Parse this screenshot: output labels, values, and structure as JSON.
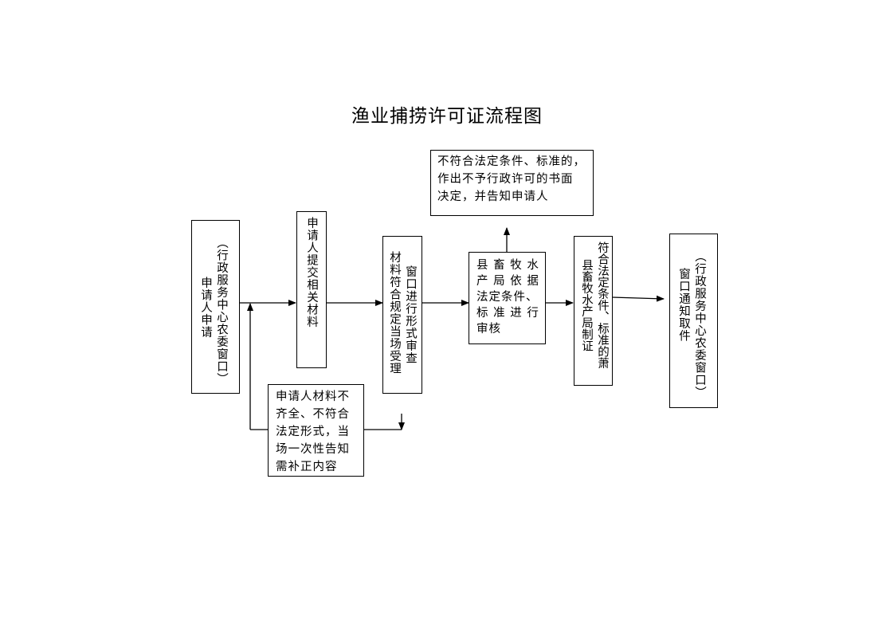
{
  "title": "渔业捕捞许可证流程图",
  "nodes": {
    "apply": {
      "line1": "（行政服务中心农委窗口）",
      "line2": "申请人申请"
    },
    "submit": {
      "text": "申请人提交相关材料"
    },
    "accept": {
      "line1": "窗口进行形式审查",
      "line2": "材料符合规定当场受理"
    },
    "review": {
      "line1": "县 畜 牧 水",
      "line2": "产 局 依 据",
      "line3": "法定条件、",
      "line4": "标 准 进 行",
      "line5": "审核"
    },
    "issue": {
      "line1": "符合法定条件、标准的萧",
      "line2": "县畜牧水产局制证"
    },
    "pickup": {
      "line1": "（行政服务中心农委窗口）",
      "line2": "窗口通知取件"
    },
    "reject": {
      "line1": "不符合法定条件、标准的，",
      "line2": "作出不予行政许可的书面",
      "line3": "决定，并告知申请人"
    },
    "supplement": {
      "line1": "申请人材料不",
      "line2": "齐全、不符合",
      "line3": "法定形式，当",
      "line4": "场一次性告知",
      "line5": "需补正内容"
    }
  }
}
